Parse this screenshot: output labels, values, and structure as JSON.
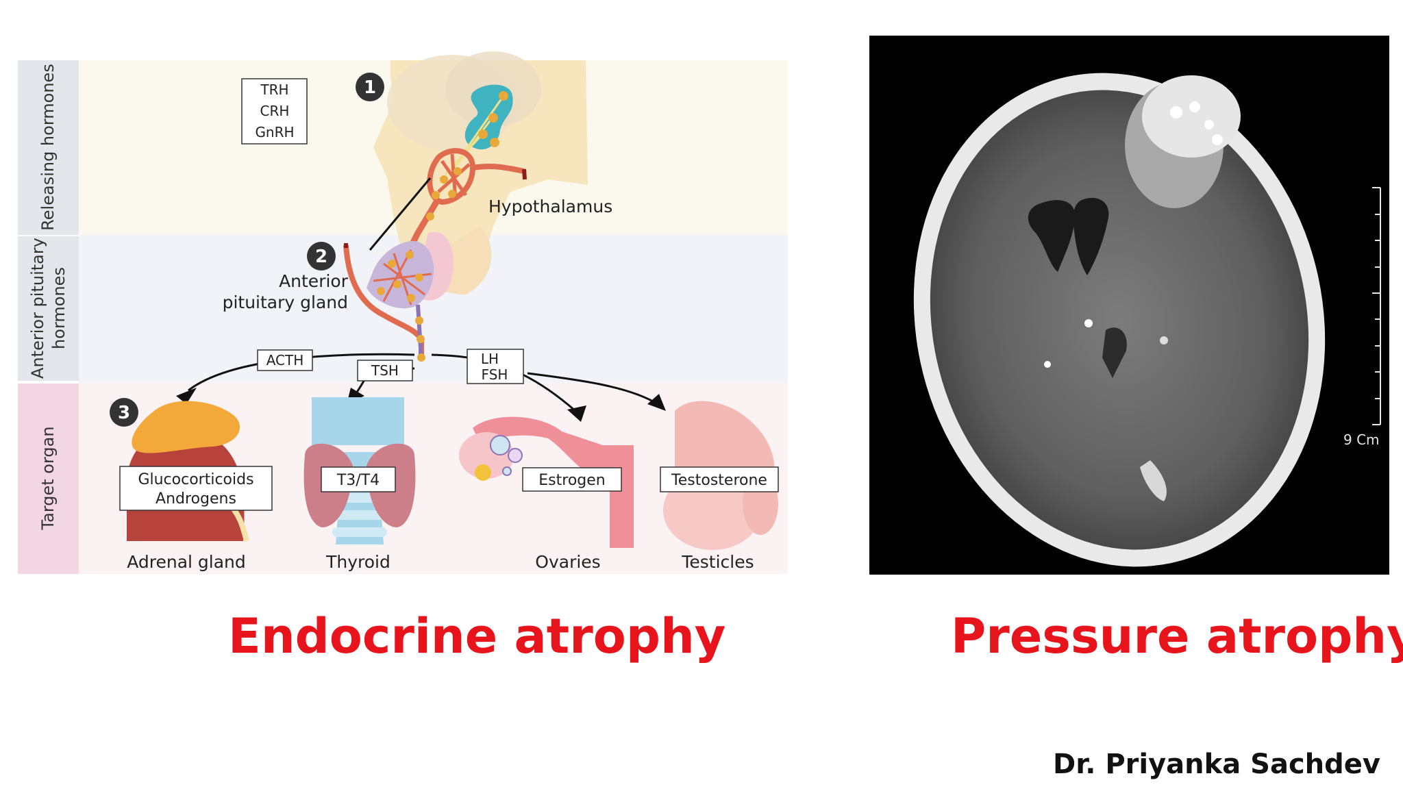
{
  "diagram": {
    "row_labels": {
      "releasing": "Releasing hormones",
      "anterior_line1": "Anterior pituitary",
      "anterior_line2": "hormones",
      "target": "Target organ"
    },
    "step_badges": [
      "1",
      "2",
      "3"
    ],
    "releasing_hormones": [
      "TRH",
      "CRH",
      "GnRH"
    ],
    "hypothalamus_label": "Hypothalamus",
    "pituitary_label_line1": "Anterior",
    "pituitary_label_line2": "pituitary gland",
    "pituitary_hormones": {
      "acth": "ACTH",
      "tsh": "TSH",
      "lh": "LH",
      "fsh": "FSH"
    },
    "target_hormones": {
      "adrenal_line1": "Glucocorticoids",
      "adrenal_line2": "Androgens",
      "thyroid": "T3/T4",
      "ovaries": "Estrogen",
      "testicles": "Testosterone"
    },
    "organs": {
      "adrenal": "Adrenal gland",
      "thyroid": "Thyroid",
      "ovaries": "Ovaries",
      "testicles": "Testicles"
    },
    "colors": {
      "row1_bg": "#fbf8ee",
      "row2_bg": "#f1f3f8",
      "row3_bg": "#fbf2f4",
      "label_col_bg": "#e3e6ea",
      "target_col_bg": "#f2d6e2"
    }
  },
  "ct_scan": {
    "scale_label": "9 Cm"
  },
  "captions": {
    "left": "Endocrine atrophy",
    "right": "Pressure atrophy"
  },
  "author": "Dr. Priyanka Sachdev",
  "colors": {
    "caption_red": "#e8141b",
    "author_text": "#111111"
  }
}
